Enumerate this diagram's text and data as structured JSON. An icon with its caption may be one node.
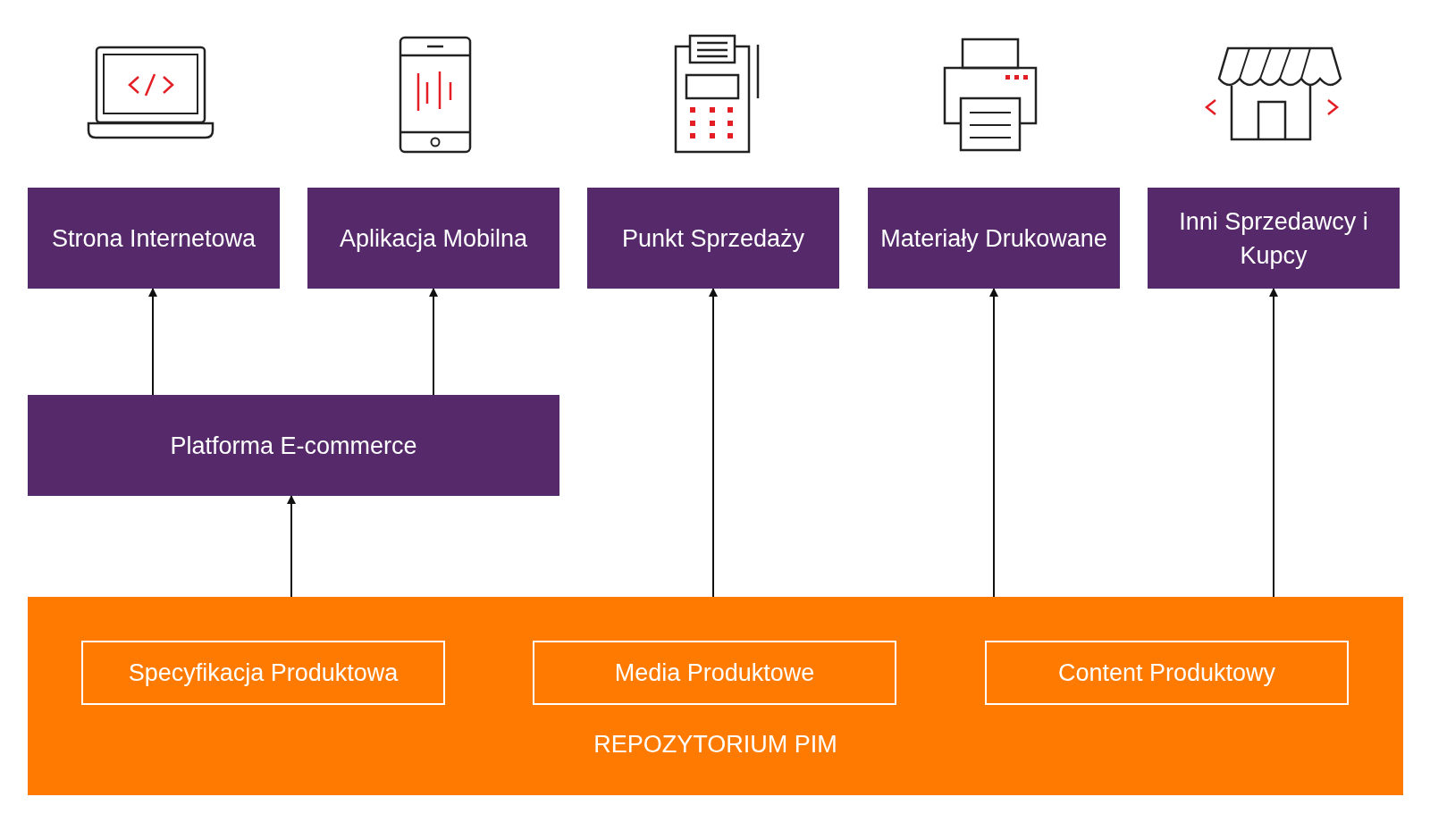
{
  "diagram": {
    "nodes": [
      {
        "text": [
          "Strona Internetowa"
        ]
      },
      {
        "text": [
          "Aplikacja Mobilna"
        ]
      },
      {
        "text": [
          "Punkt Sprzedaży"
        ]
      },
      {
        "text": [
          "Materiały Drukowane"
        ]
      },
      {
        "text": [
          "Inni Sprzedawcy i Kupcy"
        ]
      },
      {
        "text": [
          "Platforma E-commerce"
        ]
      },
      {
        "text": [
          "REPOZYTORIUM PIM"
        ]
      },
      {
        "text": [
          "Specyfikacja Produktowa"
        ],
        "in": 6
      },
      {
        "text": [
          "Media Produktowe"
        ],
        "in": 6
      },
      {
        "text": [
          "Content Produktowy"
        ],
        "in": 6
      }
    ],
    "edges": [
      {
        "from": 5,
        "to": 0,
        "arrow": "to"
      },
      {
        "from": 5,
        "to": 1,
        "arrow": "to"
      },
      {
        "from": 6,
        "to": 5,
        "arrow": "to"
      },
      {
        "from": 6,
        "to": 2,
        "arrow": "to"
      },
      {
        "from": 6,
        "to": 3,
        "arrow": "to"
      },
      {
        "from": 6,
        "to": 4,
        "arrow": "to"
      }
    ]
  }
}
